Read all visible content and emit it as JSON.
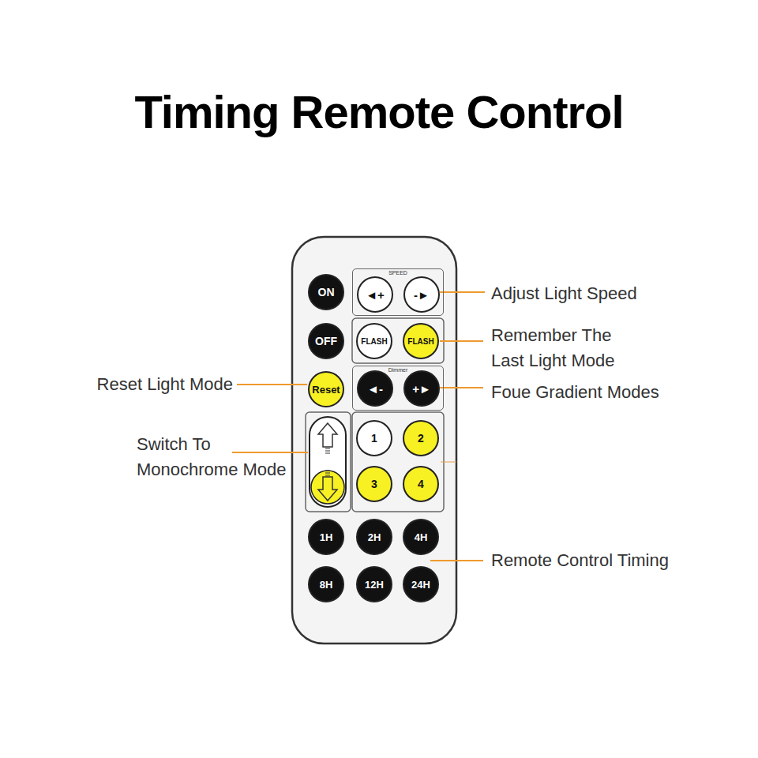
{
  "diagram": {
    "title": "Timing Remote Control",
    "nodes": [
      {
        "text": [
          "ON"
        ]
      },
      {
        "text": [
          "SPEED"
        ]
      },
      {
        "text": [
          "◄+"
        ],
        "in": 1
      },
      {
        "text": [
          "-►"
        ],
        "in": 1
      },
      {
        "text": [
          "OFF"
        ]
      },
      {
        "text": [
          "FLASH"
        ]
      },
      {
        "text": [
          "FLASH"
        ]
      },
      {
        "text": [
          "Reset"
        ]
      },
      {
        "text": [
          "Dimmer"
        ]
      },
      {
        "text": [
          "◄-"
        ],
        "in": 8
      },
      {
        "text": [
          "+►"
        ],
        "in": 8
      },
      {
        "text": [
          "1"
        ]
      },
      {
        "text": [
          "2"
        ]
      },
      {
        "text": [
          "3"
        ]
      },
      {
        "text": [
          "4"
        ]
      },
      {
        "text": [
          "1H"
        ]
      },
      {
        "text": [
          "2H"
        ]
      },
      {
        "text": [
          "4H"
        ]
      },
      {
        "text": [
          "8H"
        ]
      },
      {
        "text": [
          "12H"
        ]
      },
      {
        "text": [
          "24H"
        ]
      }
    ],
    "labels": [
      "Adjust Light Speed",
      "Remember The Last Light Mode",
      "Reset Light Mode",
      "Foue Gradient Modes",
      "Switch To Monochrome Mode",
      "Remote Control Timing"
    ]
  }
}
